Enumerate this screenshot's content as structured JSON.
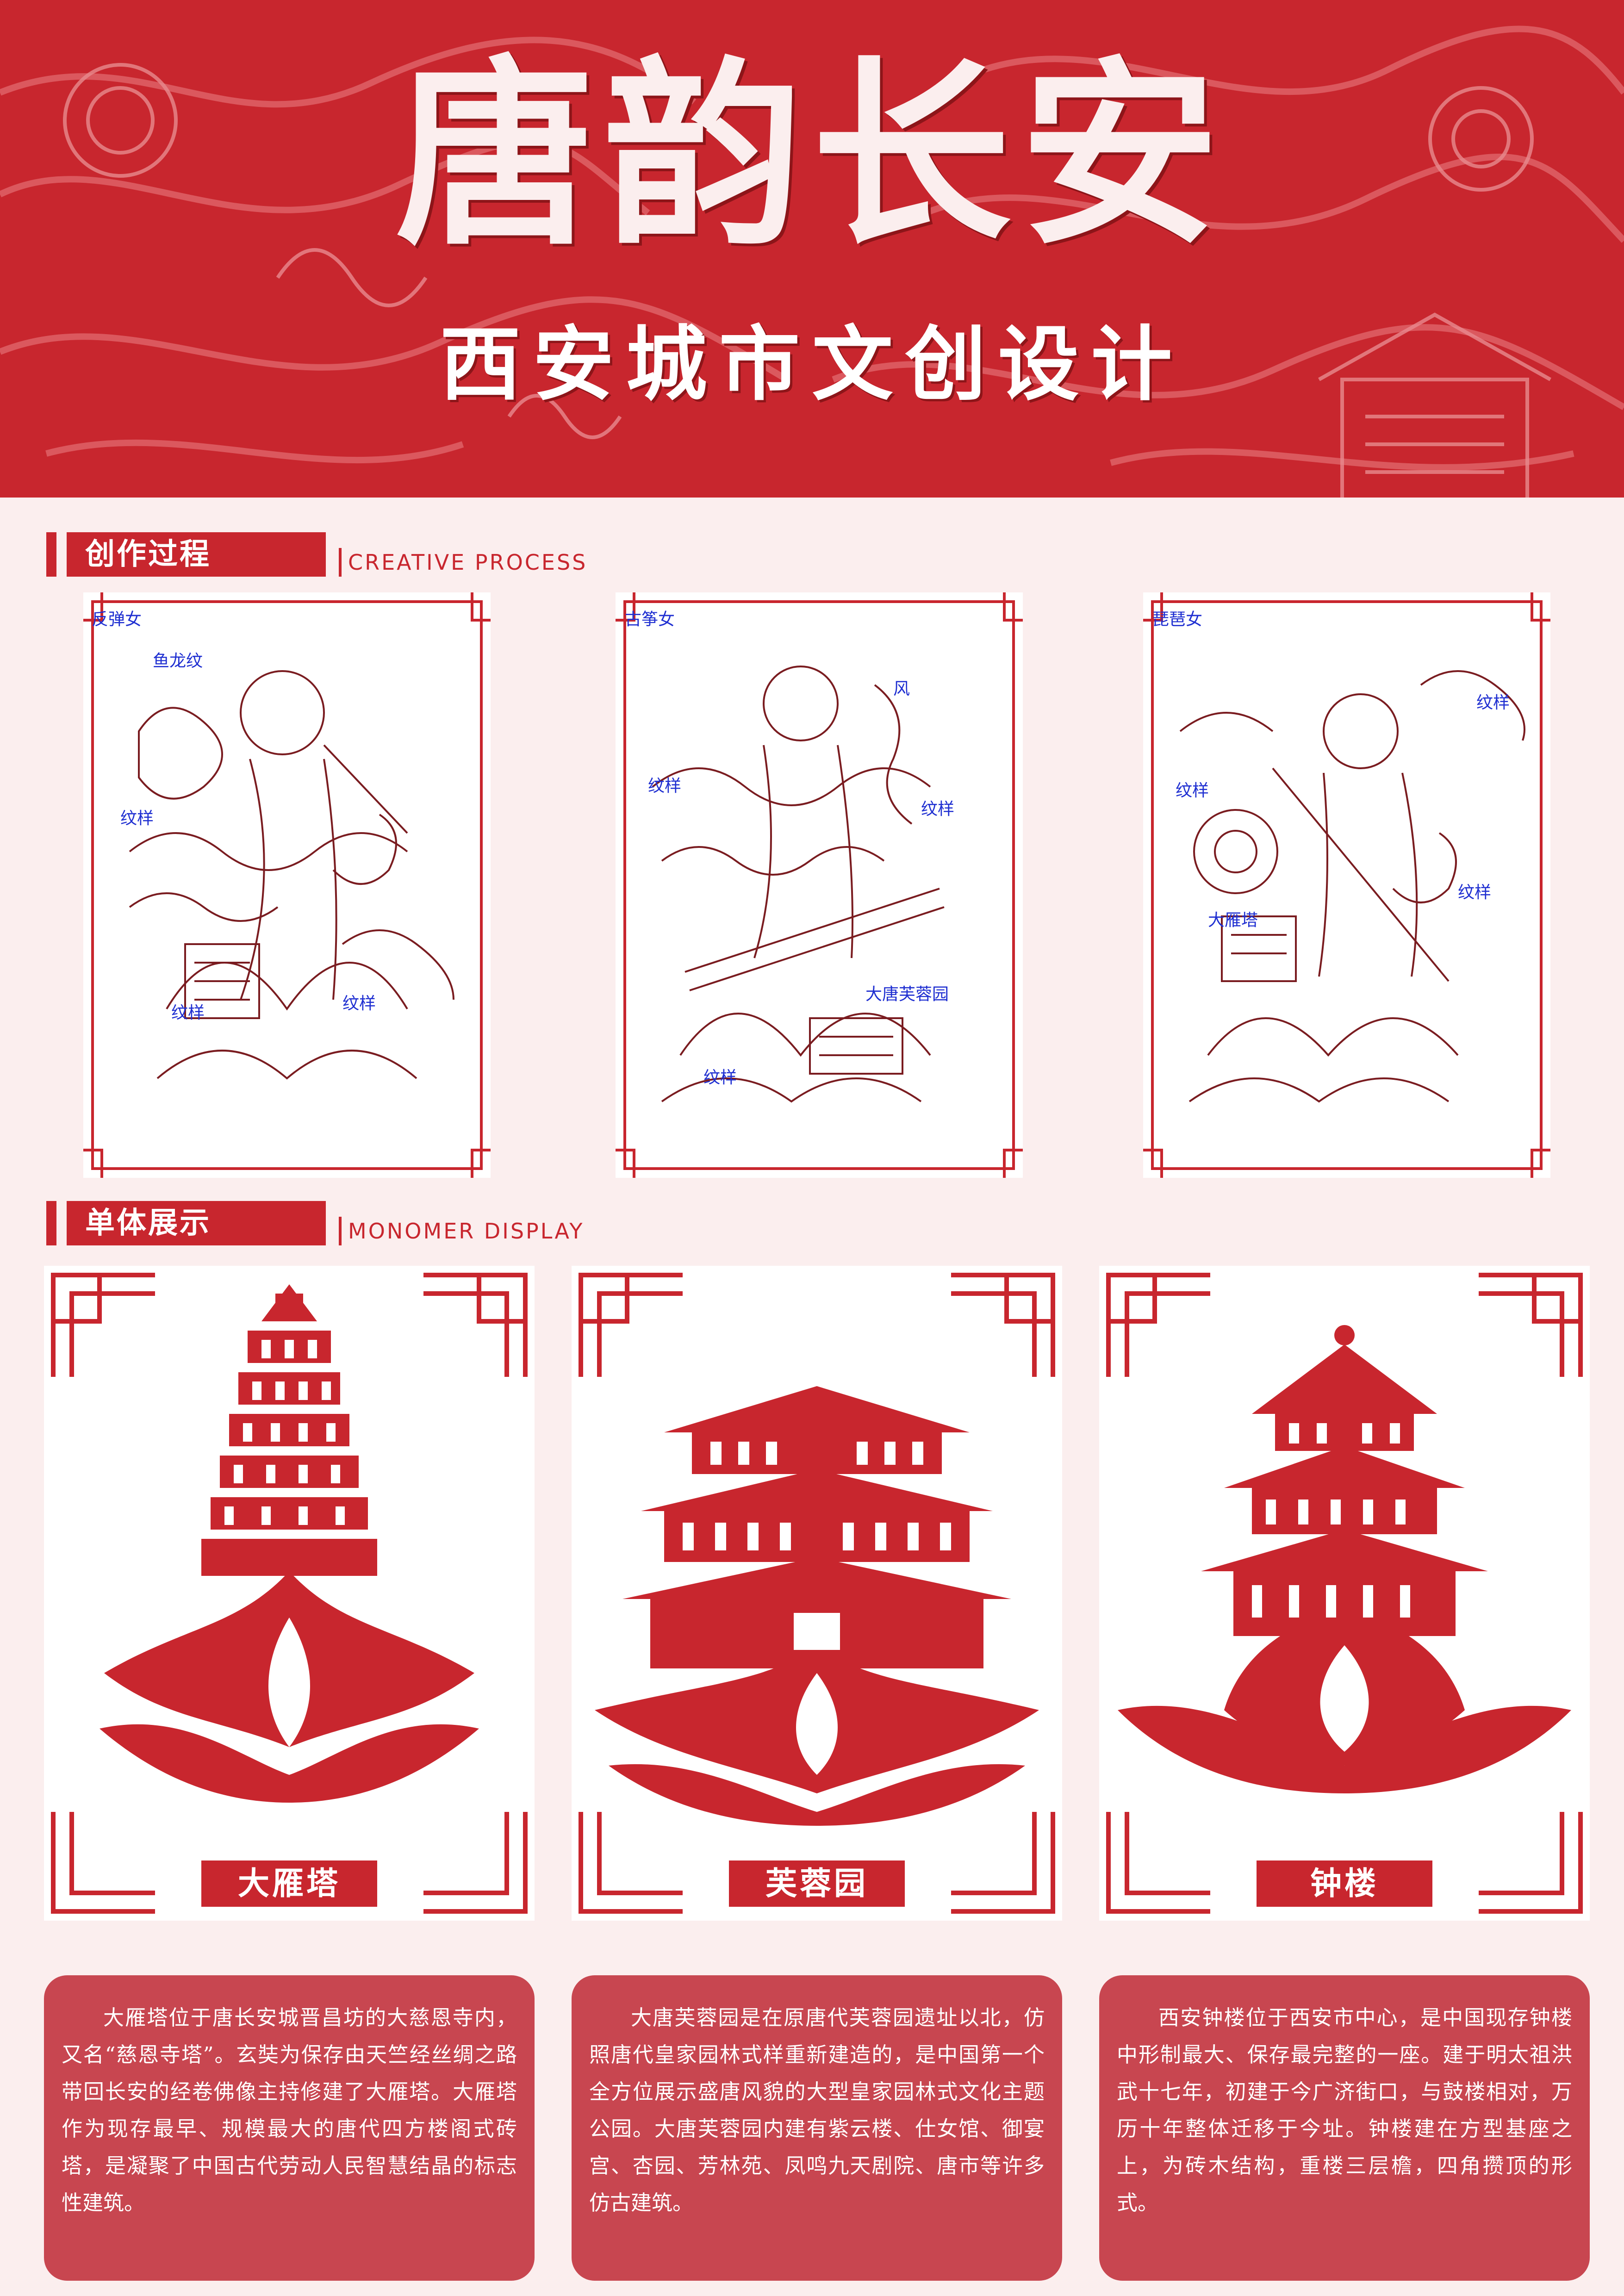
{
  "banner": {
    "title": "唐韵长安",
    "subtitle": "西安城市文创设计",
    "bg_color": "#c8262e",
    "text_color": "#fbeeee"
  },
  "sections": {
    "process": {
      "title_cn": "创作过程",
      "title_en": "CREATIVE PROCESS"
    },
    "monomer": {
      "title_cn": "单体展示",
      "title_en": "MONOMER DISPLAY"
    }
  },
  "sketches": [
    {
      "corner_note": "反弹女",
      "annotations": [
        "鱼龙纹",
        "纹样",
        "纹样",
        "纹样"
      ]
    },
    {
      "corner_note": "古筝女",
      "annotations": [
        "纹样",
        "风",
        "纹样",
        "大唐芙蓉园",
        "纹样"
      ]
    },
    {
      "corner_note": "琵琶女",
      "annotations": [
        "纹样",
        "纹样",
        "大雁塔",
        "纹样"
      ]
    }
  ],
  "monomers": [
    {
      "name": "大雁塔",
      "description": "大雁塔位于唐长安城晋昌坊的大慈恩寺内，又名“慈恩寺塔”。玄奘为保存由天竺经丝绸之路带回长安的经卷佛像主持修建了大雁塔。大雁塔作为现存最早、规模最大的唐代四方楼阁式砖塔，是凝聚了中国古代劳动人民智慧结晶的标志性建筑。"
    },
    {
      "name": "芙蓉园",
      "description": "大唐芙蓉园是在原唐代芙蓉园遗址以北，仿照唐代皇家园林式样重新建造的，是中国第一个全方位展示盛唐风貌的大型皇家园林式文化主题公园。大唐芙蓉园内建有紫云楼、仕女馆、御宴宫、杏园、芳林苑、凤鸣九天剧院、唐市等许多仿古建筑。"
    },
    {
      "name": "钟楼",
      "description": "西安钟楼位于西安市中心，是中国现存钟楼中形制最大、保存最完整的一座。建于明太祖洪武十七年，初建于今广济街口，与鼓楼相对，万历十年整体迁移于今址。钟楼建在方型基座之上，为砖木结构，重楼三层檐，四角攒顶的形式。"
    }
  ],
  "colors": {
    "accent_red": "#c8262e",
    "box_red": "#c84650",
    "page_bg": "#fbeeee",
    "sketch_ink": "#7a1c20",
    "annotation_blue": "#1f2fd1"
  }
}
